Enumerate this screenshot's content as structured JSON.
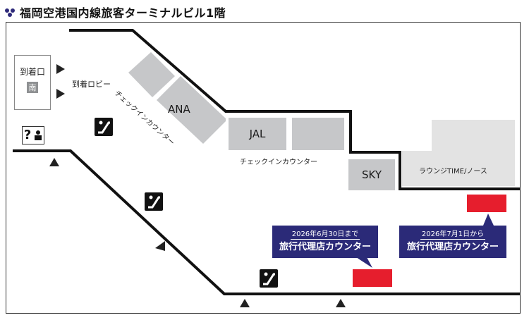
{
  "title": "福岡空港国内線旅客ターミナルビル1階",
  "arrival_gate": {
    "label": "到着口",
    "wing": "南"
  },
  "arrival_lobby": "到着ロビー",
  "checkin_label_diagonal": "チェックインカウンター",
  "checkin_label_horizontal": "チェックインカウンター",
  "airlines": {
    "ana": "ANA",
    "jal": "JAL",
    "sky": "SKY"
  },
  "lounge": "ラウンジTIME/ノース",
  "travel_agency_current": {
    "date": "2026年6月30日まで",
    "name": "旅行代理店カウンター"
  },
  "travel_agency_new": {
    "date": "2026年7月1日から",
    "name": "旅行代理店カウンター"
  },
  "icons": [
    "info-help-icon",
    "escalator-icon",
    "entrance-arrow-icon"
  ],
  "colors": {
    "counter_box": "#c6c7c9",
    "label_bg": "#2b2a78",
    "new_counter": "#e61e2d",
    "lounge": "#e3e3e3"
  }
}
